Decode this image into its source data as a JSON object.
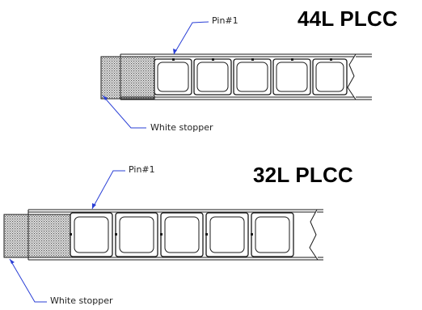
{
  "diagrams": [
    {
      "title": "44L PLCC",
      "pin_label": "Pin#1",
      "stopper_label": "White stopper"
    },
    {
      "title": "32L PLCC",
      "pin_label": "Pin#1",
      "stopper_label": "White stopper"
    }
  ],
  "colors": {
    "outline": "#1a1a1a",
    "pointer": "#2a3fd6",
    "stopper_fill": "#9a9a9a"
  }
}
